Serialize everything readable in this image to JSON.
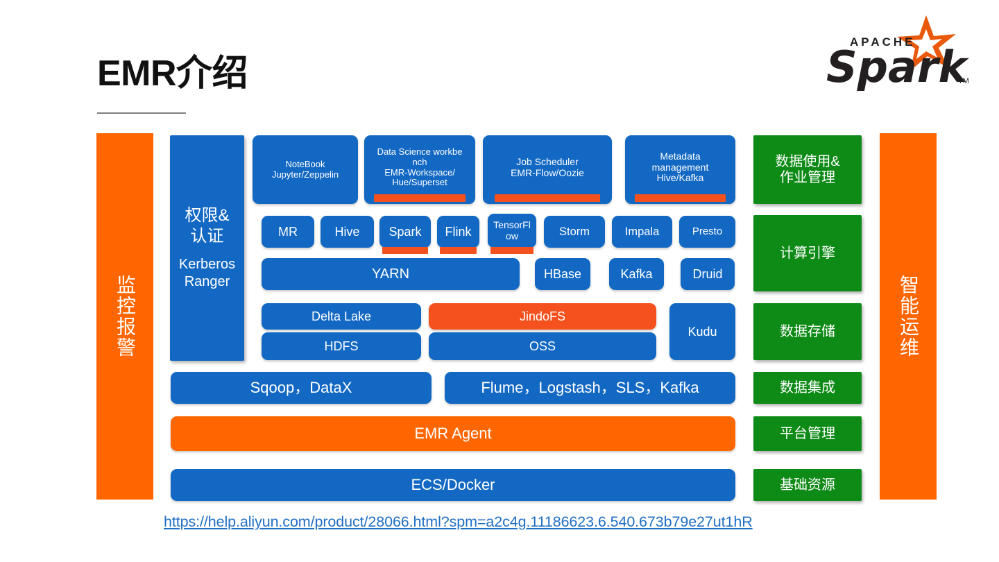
{
  "slide": {
    "title": "EMR介绍",
    "link": "https://help.aliyun.com/product/28066.html?spm=a2c4g.11186623.6.540.673b79e27ut1hR",
    "logo": {
      "name": "apache-spark-logo",
      "top_text": "APACHE",
      "word": "Spark",
      "tm": "TM"
    }
  },
  "colors": {
    "blue": "#1268c3",
    "green": "#0e8a16",
    "orange": "#ff6600",
    "orange_accent": "#f4511e",
    "link": "#1f6fc4",
    "title": "#111111"
  },
  "left_bar": {
    "label": "监控报警"
  },
  "right_bar": {
    "label": "智能运维"
  },
  "auth": {
    "title": "权限&\n认证",
    "title_line1": "权限&",
    "title_line2": "认证",
    "sub_line1": "Kerberos",
    "sub_line2": "Ranger"
  },
  "row_tools": [
    {
      "lines": [
        "NoteBook",
        "Jupyter/Zeppelin"
      ],
      "accent": false
    },
    {
      "lines": [
        "Data Science workbe",
        "nch",
        "EMR-Workspace/",
        "Hue/Superset"
      ],
      "accent": true
    },
    {
      "lines": [
        "Job Scheduler",
        "EMR-Flow/Oozie"
      ],
      "accent": true
    },
    {
      "lines": [
        "Metadata",
        "management",
        "Hive/Kafka"
      ],
      "accent": true
    }
  ],
  "row_engines": [
    {
      "label": "MR",
      "accent": false
    },
    {
      "label": "Hive",
      "accent": false
    },
    {
      "label": "Spark",
      "accent": true
    },
    {
      "label": "Flink",
      "accent": true
    },
    {
      "label": "TensorFlow",
      "label_line1": "TensorFl",
      "label_line2": "ow",
      "accent": true
    },
    {
      "label": "Storm",
      "accent": false
    },
    {
      "label": "Impala",
      "accent": false
    },
    {
      "label": "Presto",
      "accent": false
    }
  ],
  "row_resource": [
    {
      "label": "YARN"
    },
    {
      "label": "HBase"
    },
    {
      "label": "Kafka"
    },
    {
      "label": "Druid"
    }
  ],
  "row_storage": [
    {
      "label": "Delta Lake",
      "color": "blue"
    },
    {
      "label": "JindoFS",
      "color": "orange"
    },
    {
      "label": "HDFS",
      "color": "blue"
    },
    {
      "label": "OSS",
      "color": "blue"
    },
    {
      "label": "Kudu",
      "color": "blue"
    }
  ],
  "row_integration": [
    {
      "label": "Sqoop，DataX"
    },
    {
      "label": "Flume，Logstash，SLS，Kafka"
    }
  ],
  "row_agent": {
    "label": "EMR Agent"
  },
  "row_infra": {
    "label": "ECS/Docker"
  },
  "right_column": [
    {
      "line1": "数据使用&",
      "line2": "作业管理"
    },
    {
      "line1": "计算引擎",
      "line2": ""
    },
    {
      "line1": "数据存储",
      "line2": ""
    },
    {
      "line1": "数据集成",
      "line2": ""
    },
    {
      "line1": "平台管理",
      "line2": ""
    },
    {
      "line1": "基础资源",
      "line2": ""
    }
  ]
}
